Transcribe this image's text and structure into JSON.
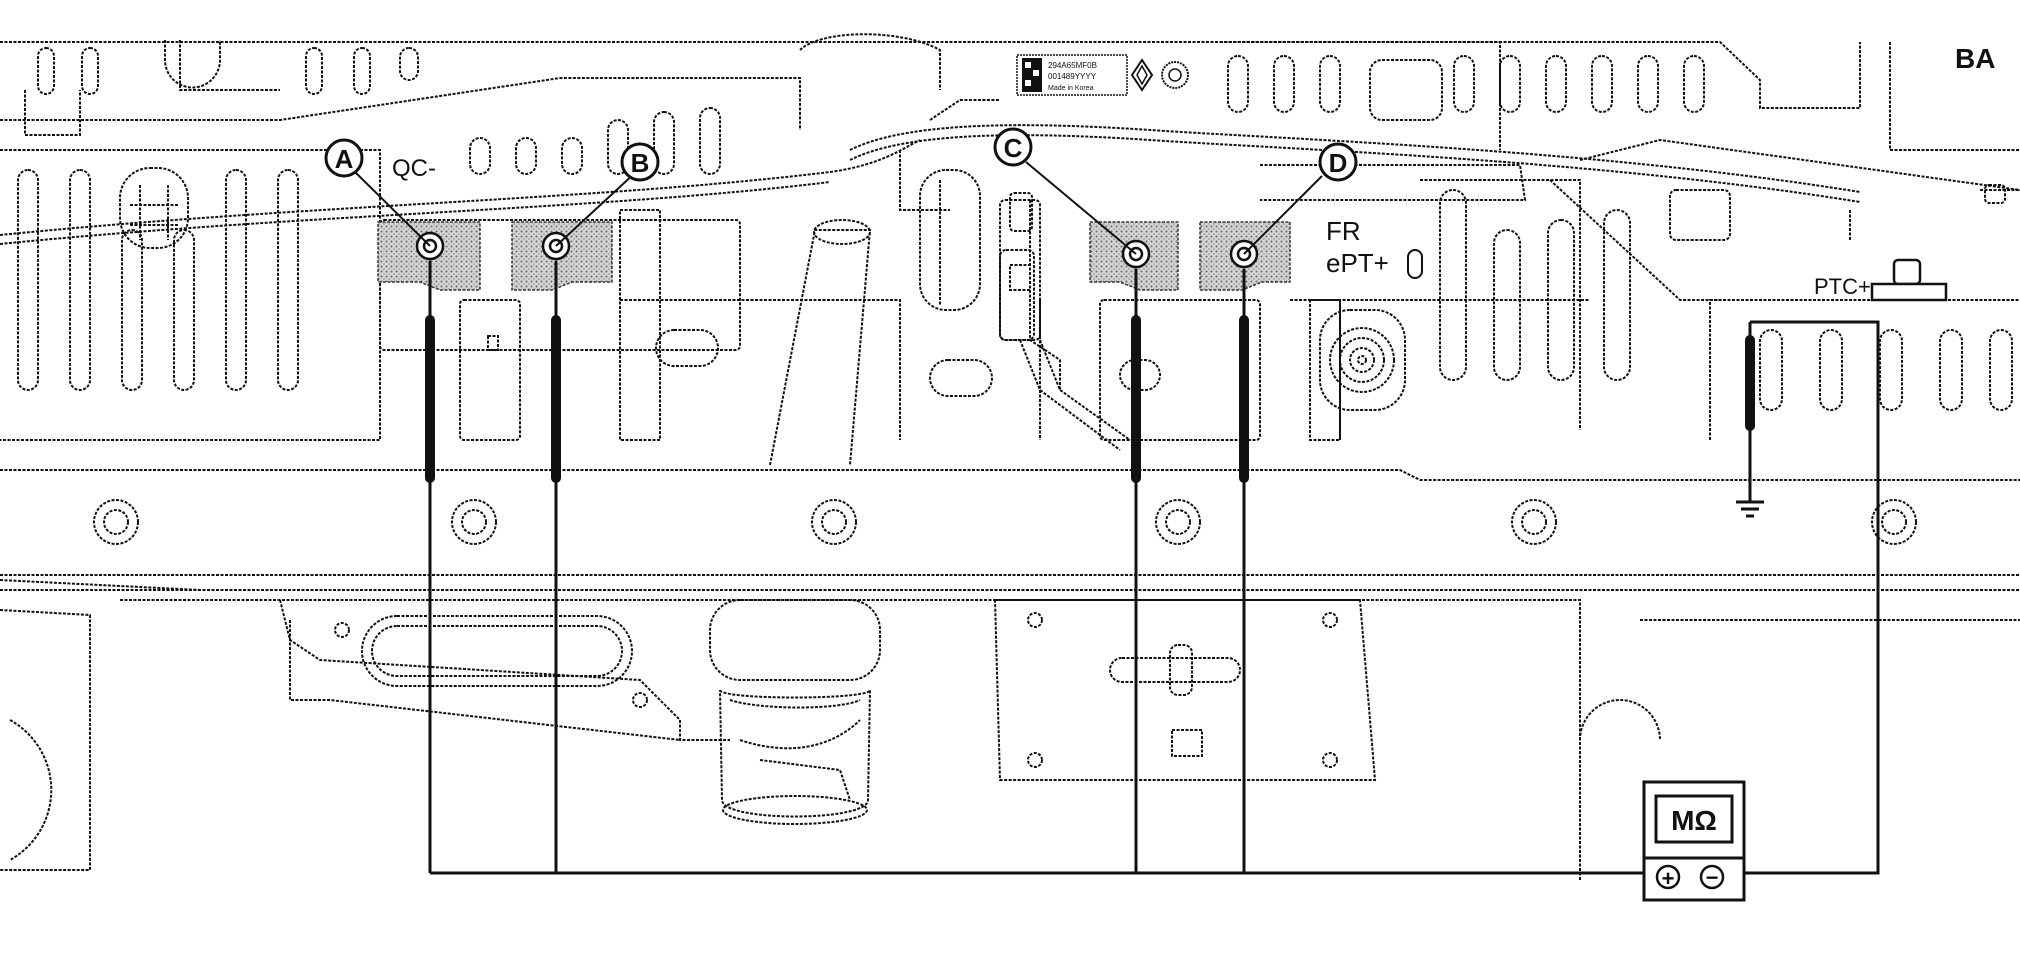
{
  "labels": {
    "ba": "BA",
    "qc_minus": "QC-",
    "fr": "FR",
    "ept_plus": "ePT+",
    "ptc_plus": "PTC+",
    "sticker_line1": "294A65MF0B",
    "sticker_line2": "001489YYYY",
    "sticker_line3": "Made in Korea"
  },
  "points": {
    "a": "A",
    "b": "B",
    "c": "C",
    "d": "D"
  },
  "meter": {
    "unit": "MΩ",
    "plus": "+",
    "minus": "−"
  },
  "colors": {
    "line": "#111111",
    "hatch": "#8a8a8a",
    "background": "#ffffff"
  },
  "icons": {
    "ground": "ground-symbol-icon",
    "renault_logo": "renault-logo-icon"
  }
}
